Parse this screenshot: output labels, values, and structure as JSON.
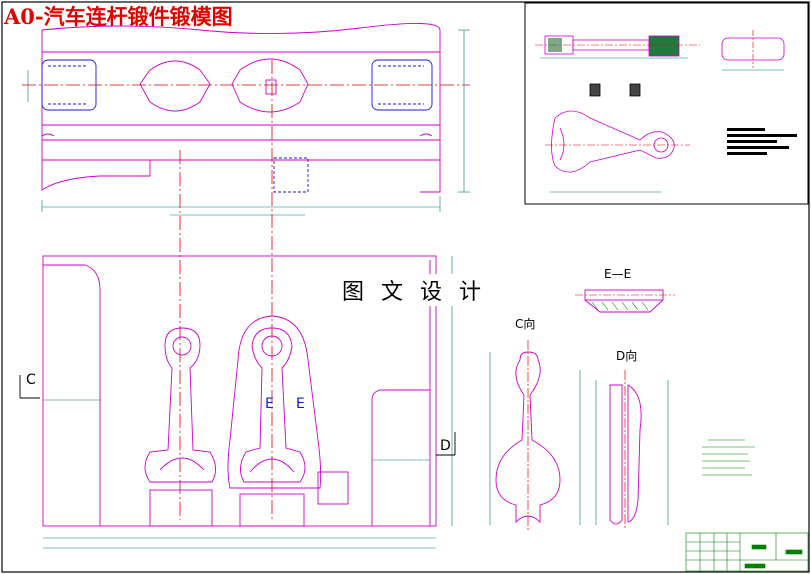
{
  "title": "A0-汽车连杆锻件锻模图",
  "watermark": "图 文 设 计",
  "view_labels": {
    "c_view": "C向",
    "d_view": "D向",
    "ee_section": "E—E",
    "section_c_left": "C",
    "section_d_right": "D",
    "section_e1": "E",
    "section_e2": "E"
  },
  "colors": {
    "frame": "#000000",
    "outline": "#cc00cc",
    "centerline": "#e00000",
    "dimension": "#007a7a",
    "hidden": "#1a1acc",
    "hatch": "#008000",
    "title_red": "#e00000"
  }
}
